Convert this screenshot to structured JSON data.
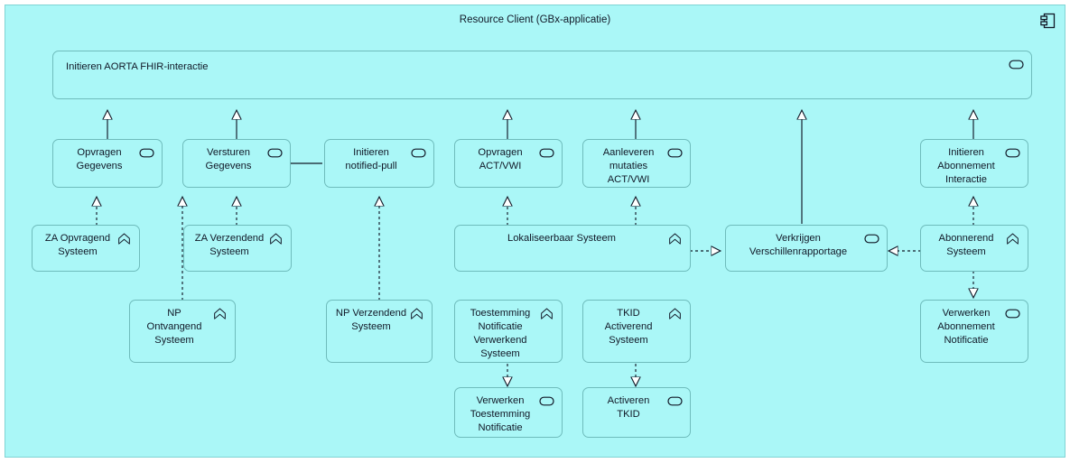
{
  "diagram": {
    "title": "Resource Client (GBx-applicatie)",
    "type": "archimate-application-view",
    "colors": {
      "fill": "#aaf7f7",
      "border": "#6fbcbc",
      "outer_border": "#7fd4d4",
      "text": "#111827",
      "line": "#1f2937",
      "page_background": "#ffffff"
    },
    "icons": {
      "component": "application-component-icon",
      "service": "application-service-icon",
      "role": "application-role-icon"
    }
  },
  "container": {
    "label": "Resource Client (GBx-applicatie)",
    "icon": "application-component-icon"
  },
  "elements": [
    {
      "id": "initieren_aorta",
      "label": "Initieren AORTA FHIR-interactie",
      "kind": "application-service",
      "icon": "application-service-icon"
    },
    {
      "id": "opvragen_gegevens",
      "label": "Opvragen\nGegevens",
      "kind": "application-service",
      "icon": "application-service-icon"
    },
    {
      "id": "versturen_gegevens",
      "label": "Versturen\nGegevens",
      "kind": "application-service",
      "icon": "application-service-icon"
    },
    {
      "id": "initieren_notified_pull",
      "label": "Initieren\nnotified-pull",
      "kind": "application-service",
      "icon": "application-service-icon"
    },
    {
      "id": "opvragen_act_vwi",
      "label": "Opvragen\nACT/VWI",
      "kind": "application-service",
      "icon": "application-service-icon"
    },
    {
      "id": "aanleveren_mutaties",
      "label": "Aanleveren\nmutaties\nACT/VWI",
      "kind": "application-service",
      "icon": "application-service-icon"
    },
    {
      "id": "initieren_abonnement",
      "label": "Initieren\nAbonnement\nInteractie",
      "kind": "application-service",
      "icon": "application-service-icon"
    },
    {
      "id": "za_opvragend",
      "label": "ZA Opvragend\nSysteem",
      "kind": "application-role",
      "icon": "application-role-icon"
    },
    {
      "id": "za_verzendend",
      "label": "ZA Verzendend\nSysteem",
      "kind": "application-role",
      "icon": "application-role-icon"
    },
    {
      "id": "lokaliseerbaar",
      "label": "Lokaliseerbaar Systeem",
      "kind": "application-role",
      "icon": "application-role-icon"
    },
    {
      "id": "verkrijgen_verschillen",
      "label": "Verkrijgen\nVerschillenrapportage",
      "kind": "application-service",
      "icon": "application-service-icon"
    },
    {
      "id": "abonnerend",
      "label": "Abonnerend\nSysteem",
      "kind": "application-role",
      "icon": "application-role-icon"
    },
    {
      "id": "np_ontvangend",
      "label": "NP\nOntvangend\nSysteem",
      "kind": "application-role",
      "icon": "application-role-icon"
    },
    {
      "id": "np_verzendend",
      "label": "NP Verzendend\nSysteem",
      "kind": "application-role",
      "icon": "application-role-icon"
    },
    {
      "id": "toestemming_notificatie",
      "label": "Toestemming\nNotificatie\nVerwerkend\nSysteem",
      "kind": "application-role",
      "icon": "application-role-icon"
    },
    {
      "id": "tkid_activerend",
      "label": "TKID\nActiverend\nSysteem",
      "kind": "application-role",
      "icon": "application-role-icon"
    },
    {
      "id": "verwerken_abonnement",
      "label": "Verwerken\nAbonnement\nNotificatie",
      "kind": "application-service",
      "icon": "application-service-icon"
    },
    {
      "id": "verwerken_toestemming",
      "label": "Verwerken\nToestemming\nNotificatie",
      "kind": "application-service",
      "icon": "application-service-icon"
    },
    {
      "id": "activeren_tkid",
      "label": "Activeren\nTKID",
      "kind": "application-service",
      "icon": "application-service-icon"
    }
  ],
  "relations": [
    {
      "from": "opvragen_gegevens",
      "to": "initieren_aorta",
      "type": "specialization"
    },
    {
      "from": "versturen_gegevens",
      "to": "initieren_aorta",
      "type": "specialization"
    },
    {
      "from": "opvragen_act_vwi",
      "to": "initieren_aorta",
      "type": "specialization"
    },
    {
      "from": "aanleveren_mutaties",
      "to": "initieren_aorta",
      "type": "specialization"
    },
    {
      "from": "initieren_abonnement",
      "to": "initieren_aorta",
      "type": "specialization"
    },
    {
      "from": "verkrijgen_verschillen",
      "to": "initieren_aorta",
      "type": "specialization"
    },
    {
      "from": "versturen_gegevens",
      "to": "initieren_notified_pull",
      "type": "composition"
    },
    {
      "from": "za_opvragend",
      "to": "opvragen_gegevens",
      "type": "realization"
    },
    {
      "from": "np_ontvangend",
      "to": "opvragen_gegevens",
      "type": "realization"
    },
    {
      "from": "za_verzendend",
      "to": "versturen_gegevens",
      "type": "realization"
    },
    {
      "from": "np_verzendend",
      "to": "initieren_notified_pull",
      "type": "realization"
    },
    {
      "from": "lokaliseerbaar",
      "to": "opvragen_act_vwi",
      "type": "realization"
    },
    {
      "from": "lokaliseerbaar",
      "to": "aanleveren_mutaties",
      "type": "realization"
    },
    {
      "from": "lokaliseerbaar",
      "to": "verkrijgen_verschillen",
      "type": "realization"
    },
    {
      "from": "abonnerend",
      "to": "verkrijgen_verschillen",
      "type": "realization"
    },
    {
      "from": "abonnerend",
      "to": "initieren_abonnement",
      "type": "realization"
    },
    {
      "from": "abonnerend",
      "to": "verwerken_abonnement",
      "type": "realization"
    },
    {
      "from": "toestemming_notificatie",
      "to": "verwerken_toestemming",
      "type": "realization"
    },
    {
      "from": "tkid_activerend",
      "to": "activeren_tkid",
      "type": "realization"
    }
  ]
}
